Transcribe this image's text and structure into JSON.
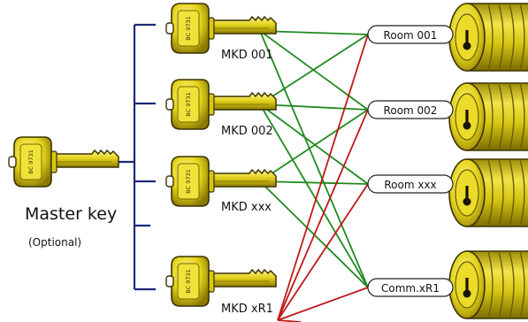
{
  "master": {
    "label": "Master key",
    "note": "(Optional)",
    "engraving": "BC 9731"
  },
  "keys": [
    {
      "label": "MKD 001",
      "engraving": "BC 9731"
    },
    {
      "label": "MKD 002",
      "engraving": "BC 9731"
    },
    {
      "label": "MKD xxx",
      "engraving": "BC 9731"
    },
    {
      "label": "MKD xR1",
      "engraving": "BC 9731"
    }
  ],
  "rooms": [
    {
      "label": "Room 001"
    },
    {
      "label": "Room 002"
    },
    {
      "label": "Room xxx"
    },
    {
      "label": "Comm.xR1"
    }
  ],
  "colors": {
    "tree_line": "#1c2a78",
    "green_line": "#208a20",
    "red_line": "#c01818",
    "key_gold": "#e2d21a",
    "key_dark": "#9c8a05",
    "lock_gold": "#d8c814"
  }
}
